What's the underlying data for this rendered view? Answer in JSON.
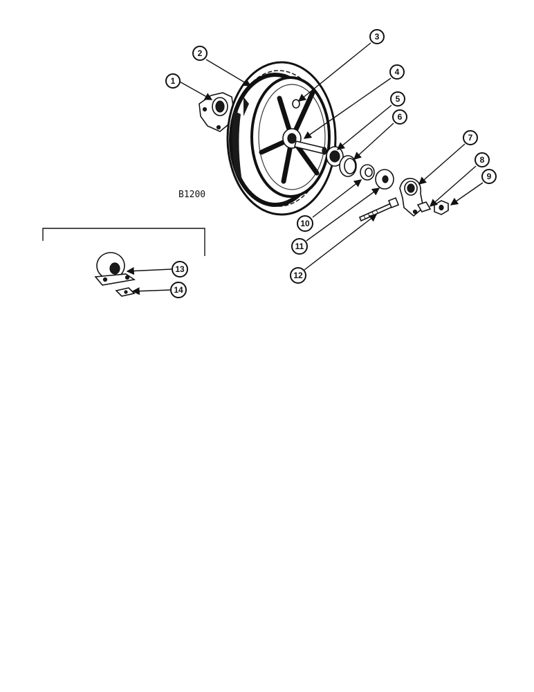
{
  "figure": {
    "reference_code": "B1200",
    "callouts": [
      "1",
      "2",
      "3",
      "4",
      "5",
      "6",
      "7",
      "8",
      "9",
      "10",
      "11",
      "12",
      "13",
      "14"
    ]
  },
  "parts": {
    "p1": "bearing-flange-left",
    "p2": "wheel-assembly",
    "p3": "hub-hole",
    "p4": "axle-stub",
    "p5": "bearing",
    "p6": "spacer-ring",
    "p7": "bracket-right",
    "p8": "lock-washer",
    "p9": "hex-nut",
    "p10": "washer",
    "p11": "flat-washer",
    "p12": "bolt",
    "p13": "inset-bearing-block",
    "p14": "inset-plate"
  }
}
